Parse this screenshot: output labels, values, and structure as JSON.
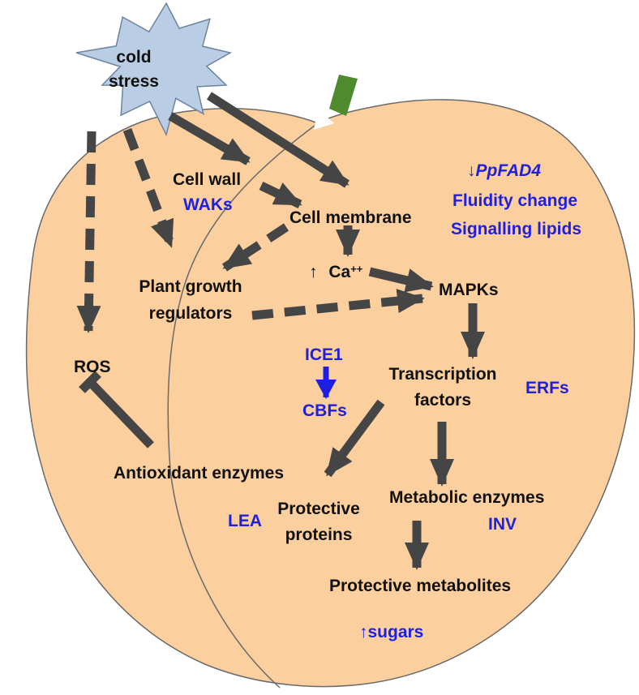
{
  "colors": {
    "peach_fill": "#fbcf9e",
    "peach_outline": "#6a6a6a",
    "star_fill": "#b9cde5",
    "star_outline": "#6c83a1",
    "stem": "#4e8a2e",
    "arrow": "#454545",
    "black_text": "#111111",
    "blue_text": "#1f1fe0"
  },
  "nodes": {
    "cold_stress": {
      "line1": "cold",
      "line2": "stress"
    },
    "cell_wall": "Cell wall",
    "waks": "WAKs",
    "cell_membrane": "Cell membrane",
    "calcium": {
      "arrow": "↑",
      "ion": "Ca",
      "charge": "++"
    },
    "fad4": {
      "arrow": "↓",
      "gene": "PpFAD4"
    },
    "fluidity": "Fluidity change",
    "signalling": "Signalling lipids",
    "pgr": {
      "line1": "Plant growth",
      "line2": "regulators"
    },
    "mapks": "MAPKs",
    "ros": "ROS",
    "ice1": "ICE1",
    "cbfs": "CBFs",
    "tf": {
      "line1": "Transcription",
      "line2": "factors"
    },
    "erfs": "ERFs",
    "antioxidant": "Antioxidant enzymes",
    "lea": "LEA",
    "protective_proteins": {
      "line1": "Protective",
      "line2": "proteins"
    },
    "metabolic_enzymes": "Metabolic enzymes",
    "inv": "INV",
    "protective_metabolites": "Protective metabolites",
    "sugars": {
      "arrow": "↑",
      "text": "sugars"
    }
  }
}
